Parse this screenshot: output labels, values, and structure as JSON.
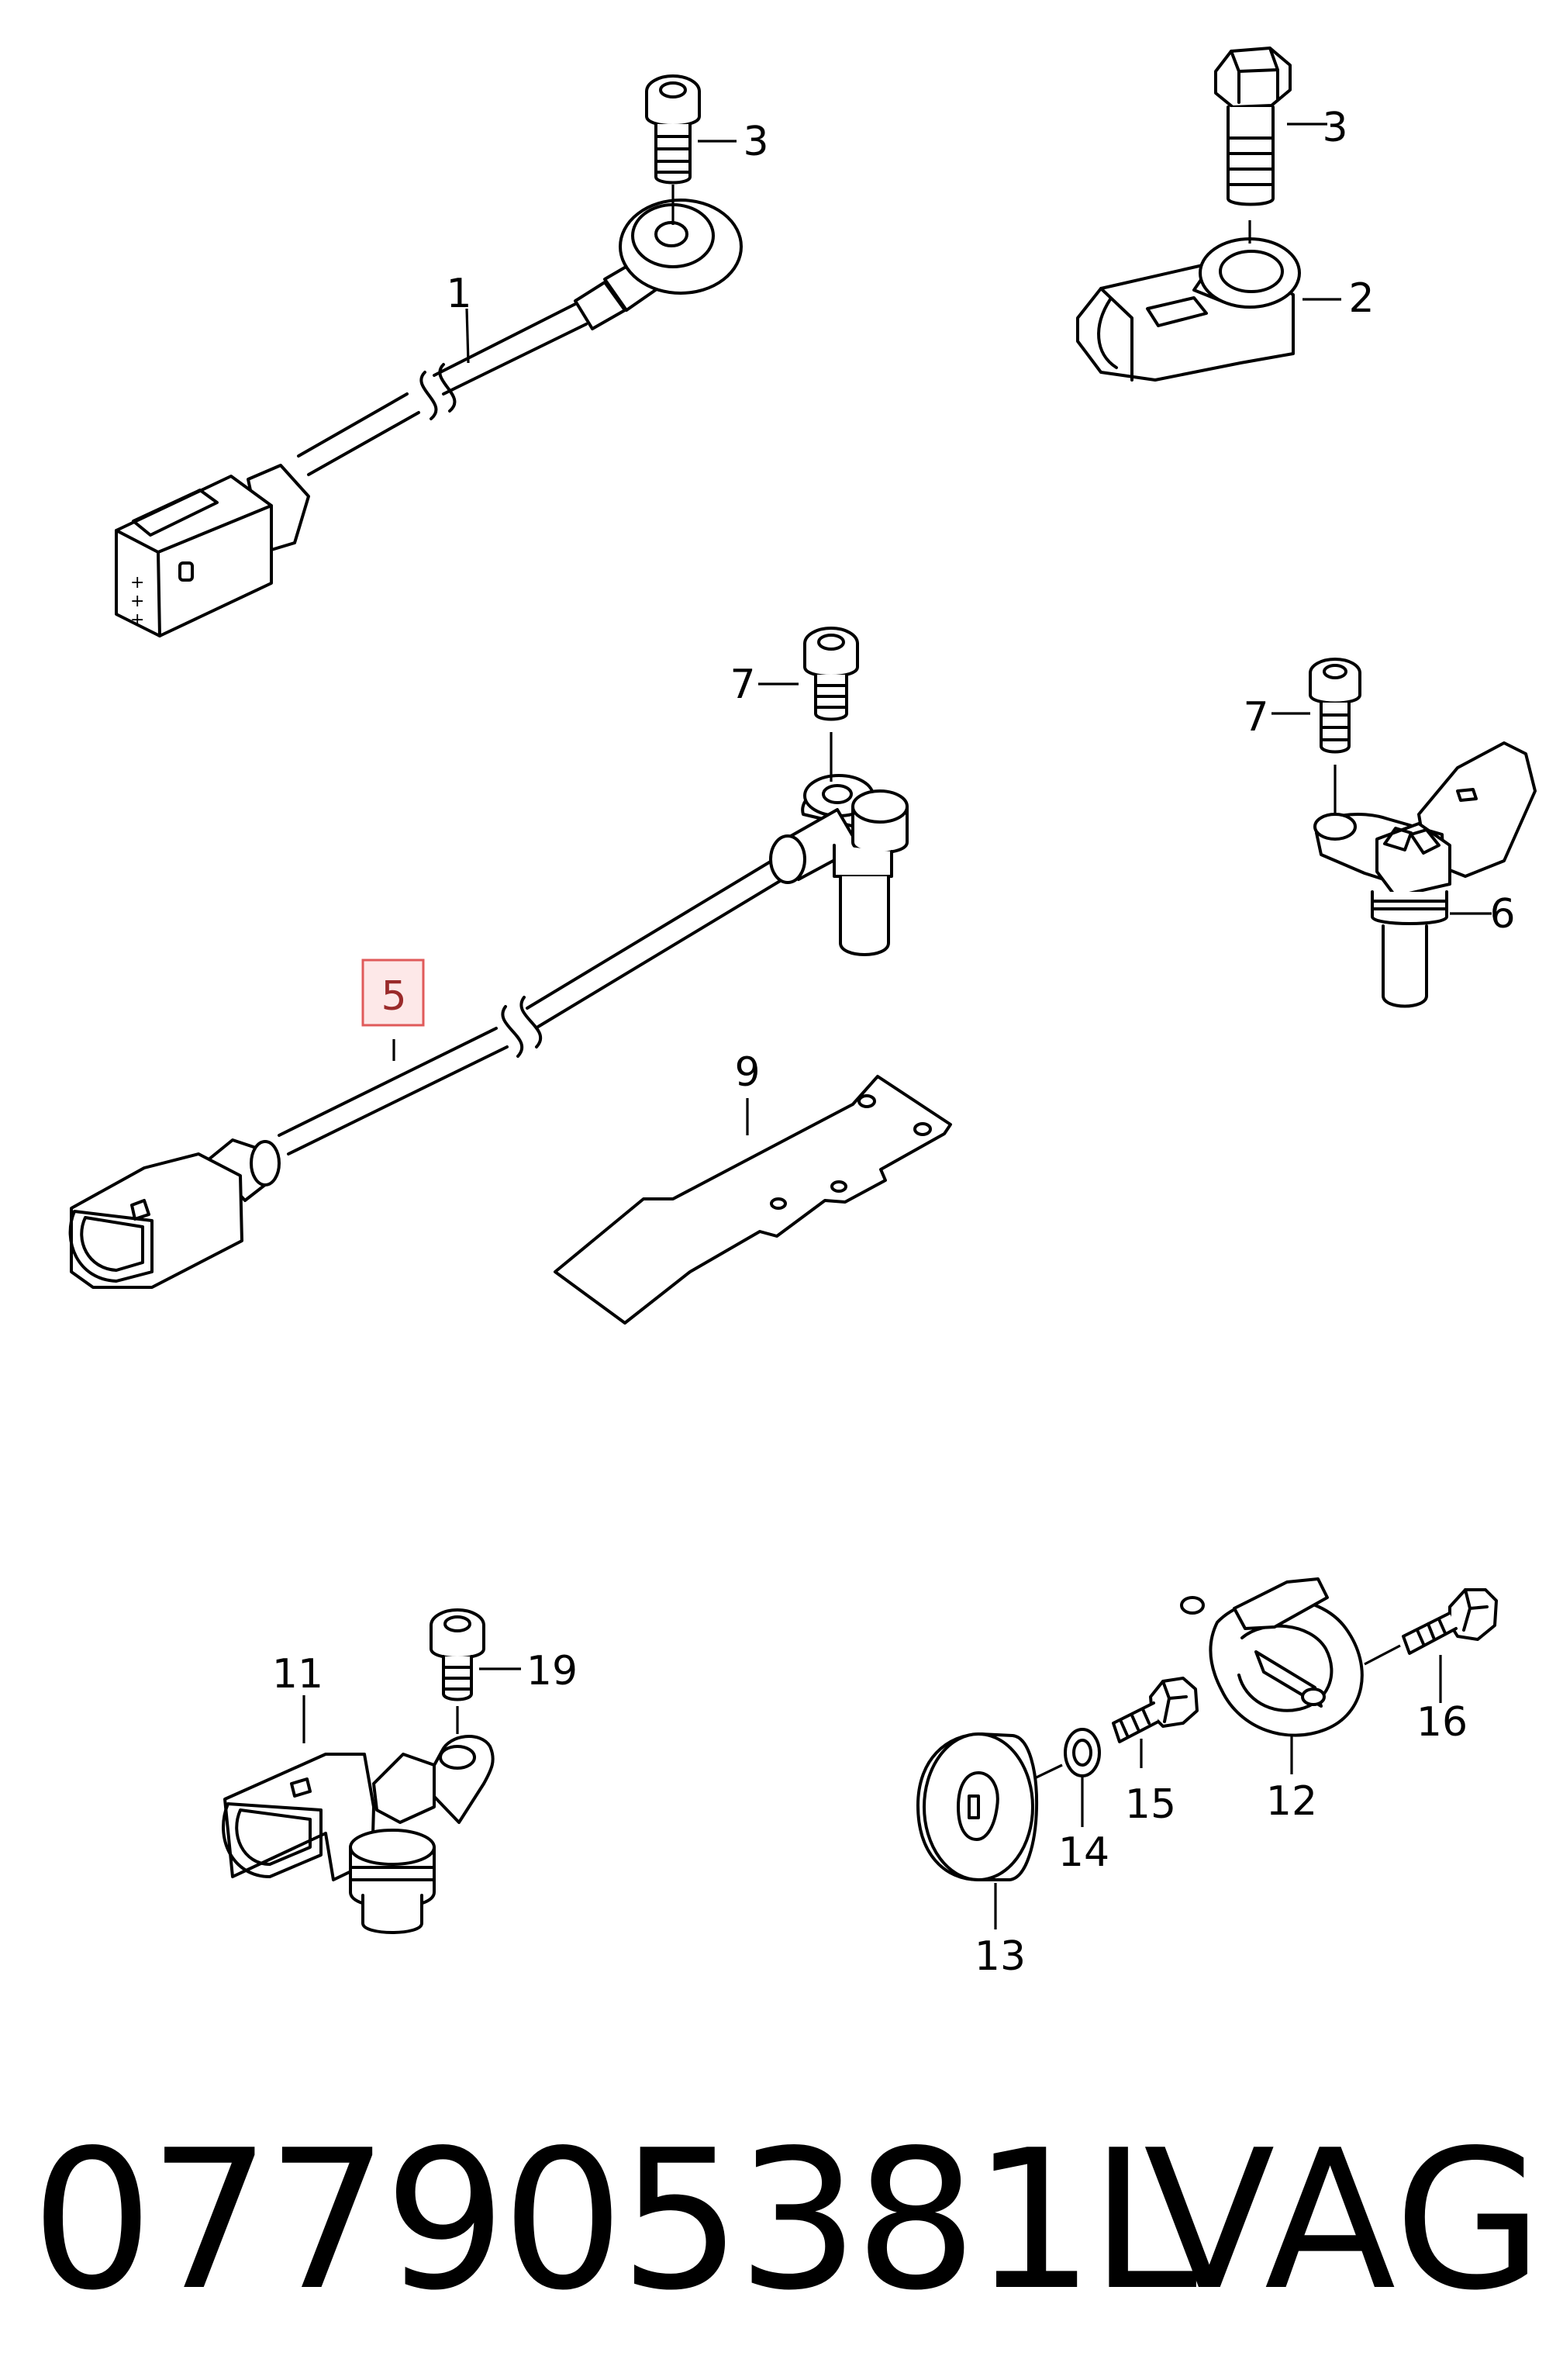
{
  "callouts": {
    "c1": "1",
    "c2": "2",
    "c3a": "3",
    "c3b": "3",
    "c5": "5",
    "c6": "6",
    "c7a": "7",
    "c7b": "7",
    "c9": "9",
    "c11": "11",
    "c12": "12",
    "c13": "13",
    "c14": "14",
    "c15": "15",
    "c16": "16",
    "c19": "19"
  },
  "highlighted_callout": "5",
  "footer": {
    "part_number": "077905381L",
    "brand": "VAG"
  },
  "colors": {
    "line": "#000000",
    "highlight_fill": "#fde8e8",
    "highlight_border": "#e05a5a"
  }
}
